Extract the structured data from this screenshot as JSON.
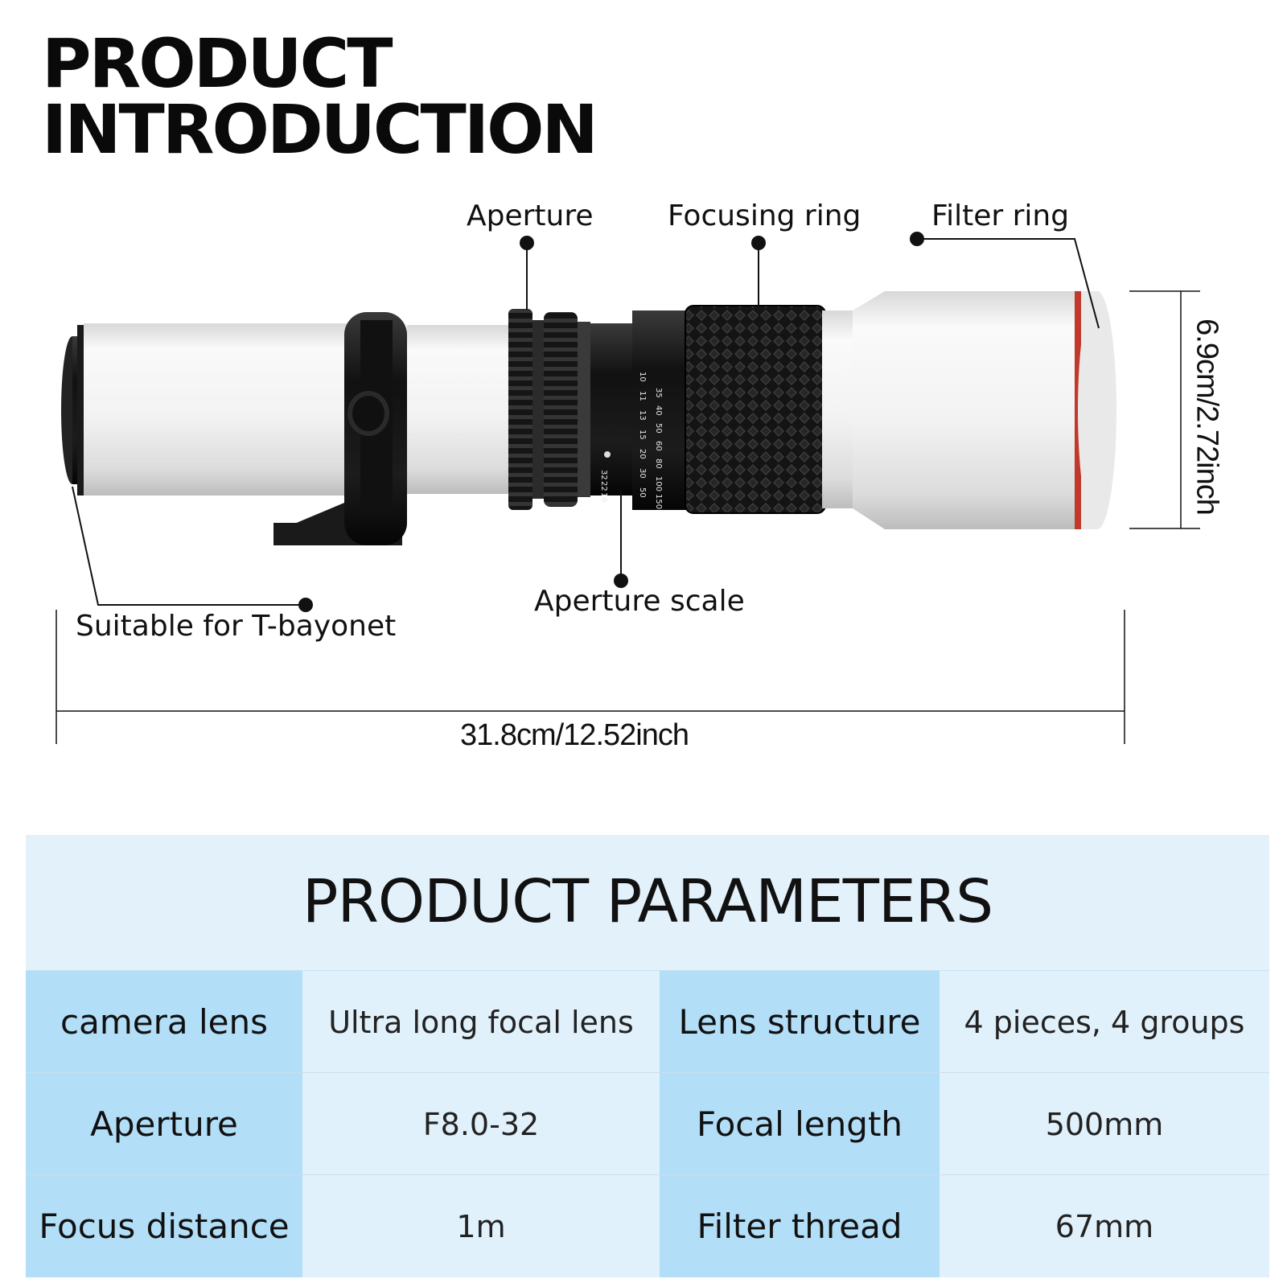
{
  "header": {
    "title_line1": "PRODUCT",
    "title_line2": "INTRODUCTION"
  },
  "diagram": {
    "callouts": {
      "aperture": "Aperture",
      "focusing_ring": "Focusing ring",
      "filter_ring": "Filter ring",
      "aperture_scale": "Aperture scale",
      "mount": "Suitable for T-bayonet"
    },
    "dimensions": {
      "length": "31.8cm/12.52inch",
      "height": "6.9cm/2.72inch"
    },
    "scale_numbers": {
      "row1": [
        "10",
        "11",
        "13",
        "15",
        "20",
        "30",
        "50"
      ],
      "row2": [
        "35",
        "40",
        "50",
        "60",
        "80",
        "100",
        "150"
      ],
      "row3": [
        "32",
        "22",
        "16"
      ]
    },
    "colors": {
      "lens_body": "#ececec",
      "rubber_grip": "#1a1a1a",
      "filter_ring_accent": "#c0392b"
    }
  },
  "parameters": {
    "title": "PRODUCT PARAMETERS",
    "rows": [
      {
        "label1": "camera lens",
        "value1": "Ultra long focal lens",
        "label2": "Lens structure",
        "value2": "4 pieces, 4 groups"
      },
      {
        "label1": "Aperture",
        "value1": "F8.0-32",
        "label2": "Focal length",
        "value2": "500mm"
      },
      {
        "label1": "Focus distance",
        "value1": "1m",
        "label2": "Filter thread",
        "value2": "67mm"
      }
    ],
    "colors": {
      "panel_bg": "#e3f1fb",
      "label_bg": "#b3def7",
      "value_bg": "#e1f1fb"
    }
  }
}
